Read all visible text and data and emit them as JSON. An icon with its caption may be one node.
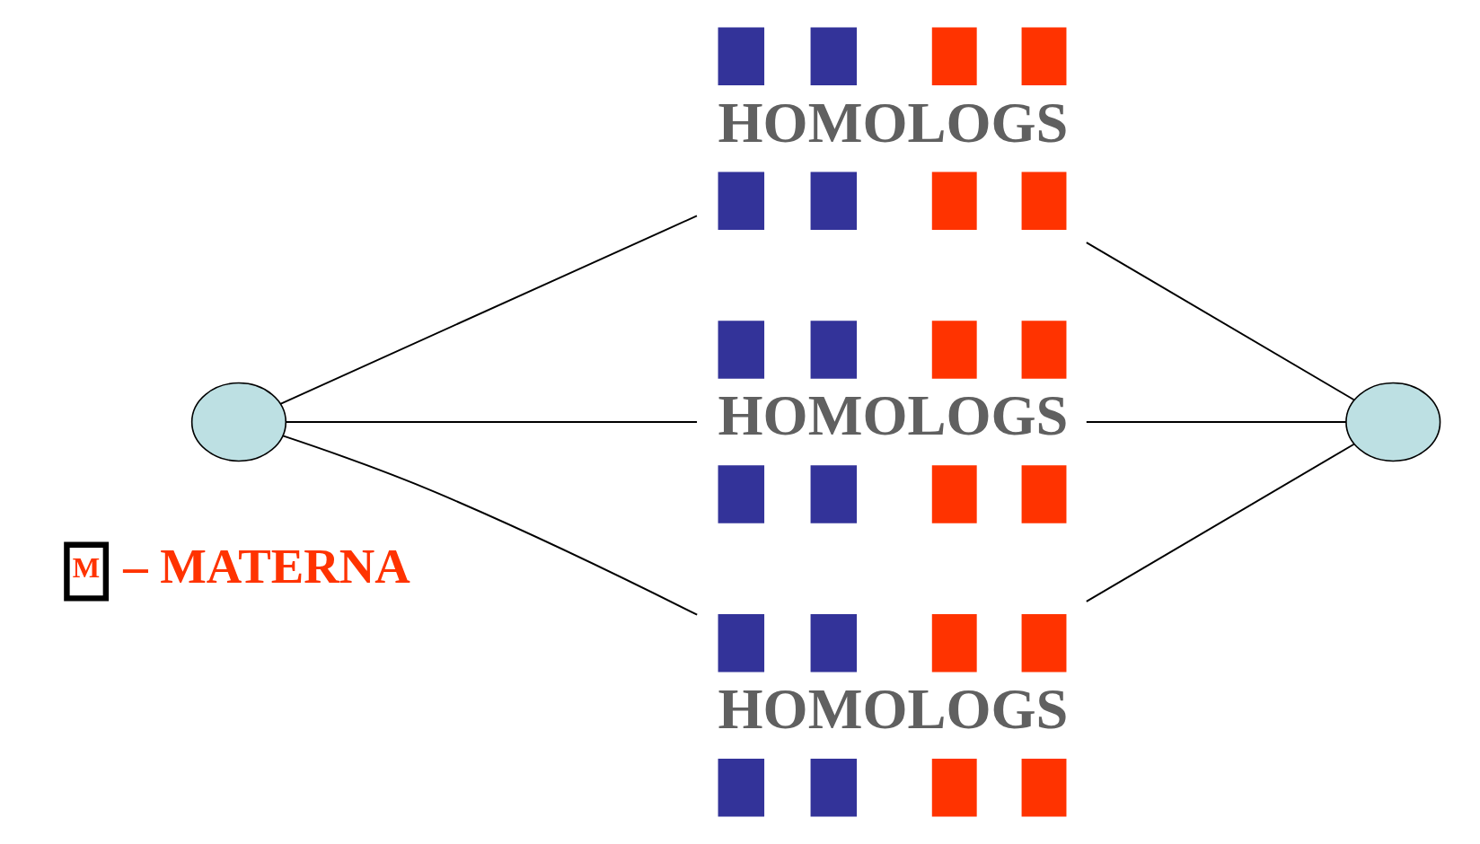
{
  "diagram": {
    "nodes": [
      {
        "text": [],
        "shape": "ellipse"
      },
      {
        "text": [
          "HOMOLOGS"
        ]
      },
      {
        "text": [
          "HOMOLOGS"
        ]
      },
      {
        "text": [
          "HOMOLOGS"
        ]
      },
      {
        "text": [],
        "shape": "ellipse"
      }
    ],
    "edges": [
      {
        "from": 0,
        "to": 1,
        "arrow": "none"
      },
      {
        "from": 0,
        "to": 2,
        "arrow": "none"
      },
      {
        "from": 0,
        "to": 3,
        "arrow": "none"
      },
      {
        "from": 1,
        "to": 4,
        "arrow": "none"
      },
      {
        "from": 2,
        "to": 4,
        "arrow": "none"
      },
      {
        "from": 3,
        "to": 4,
        "arrow": "none"
      }
    ],
    "labels": [
      "M",
      "– MATERNA"
    ]
  }
}
